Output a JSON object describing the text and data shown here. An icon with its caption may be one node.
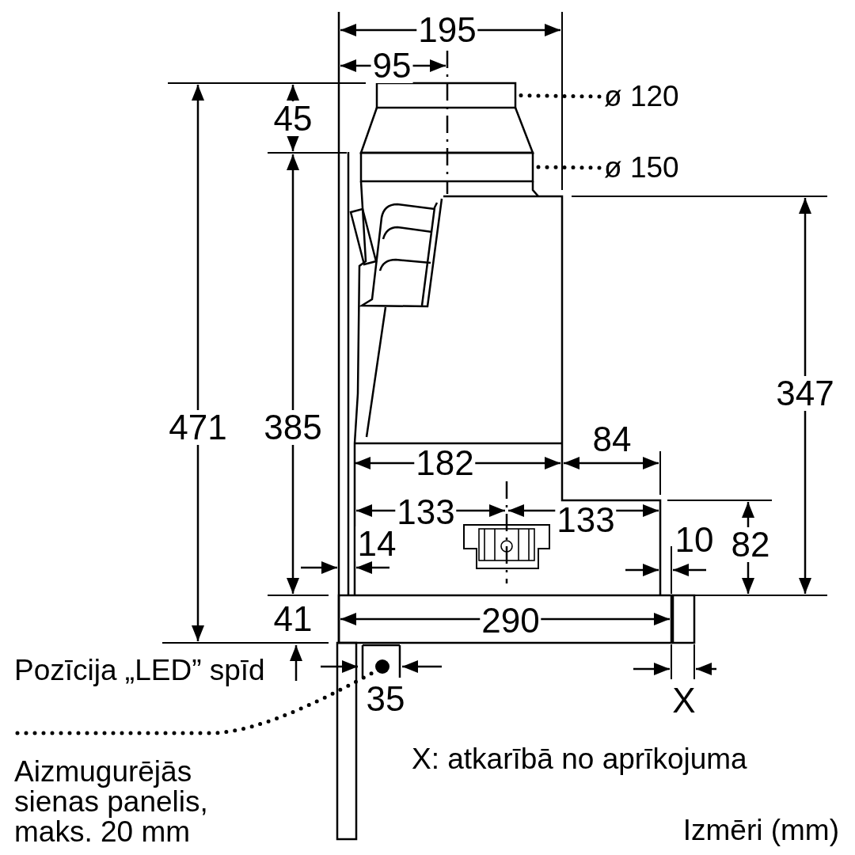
{
  "diagram": {
    "nodes": [
      {
        "text": [
          "ø 120"
        ]
      },
      {
        "text": [],
        "shape": "box"
      },
      {
        "text": [
          "ø 150"
        ]
      },
      {
        "text": [],
        "shape": "box"
      },
      {
        "text": [
          "Pozīcija „LED” spīd"
        ]
      },
      {
        "text": [],
        "shape": "circle"
      }
    ],
    "edges": [
      {
        "from": 0,
        "to": 1,
        "arrow": "none"
      },
      {
        "from": 2,
        "to": 3,
        "arrow": "none"
      },
      {
        "from": 4,
        "to": 5,
        "arrow": "none"
      }
    ],
    "labels": [
      "195",
      "95",
      "45",
      "471",
      "385",
      "347",
      "182",
      "84",
      "133",
      "133",
      "14",
      "10",
      "82",
      "41",
      "290",
      "35",
      "X",
      "Aizmugurējās sienas panelis, maks. 20 mm",
      "X: atkarībā no aprīkojuma",
      "Izmēri (mm)"
    ]
  }
}
